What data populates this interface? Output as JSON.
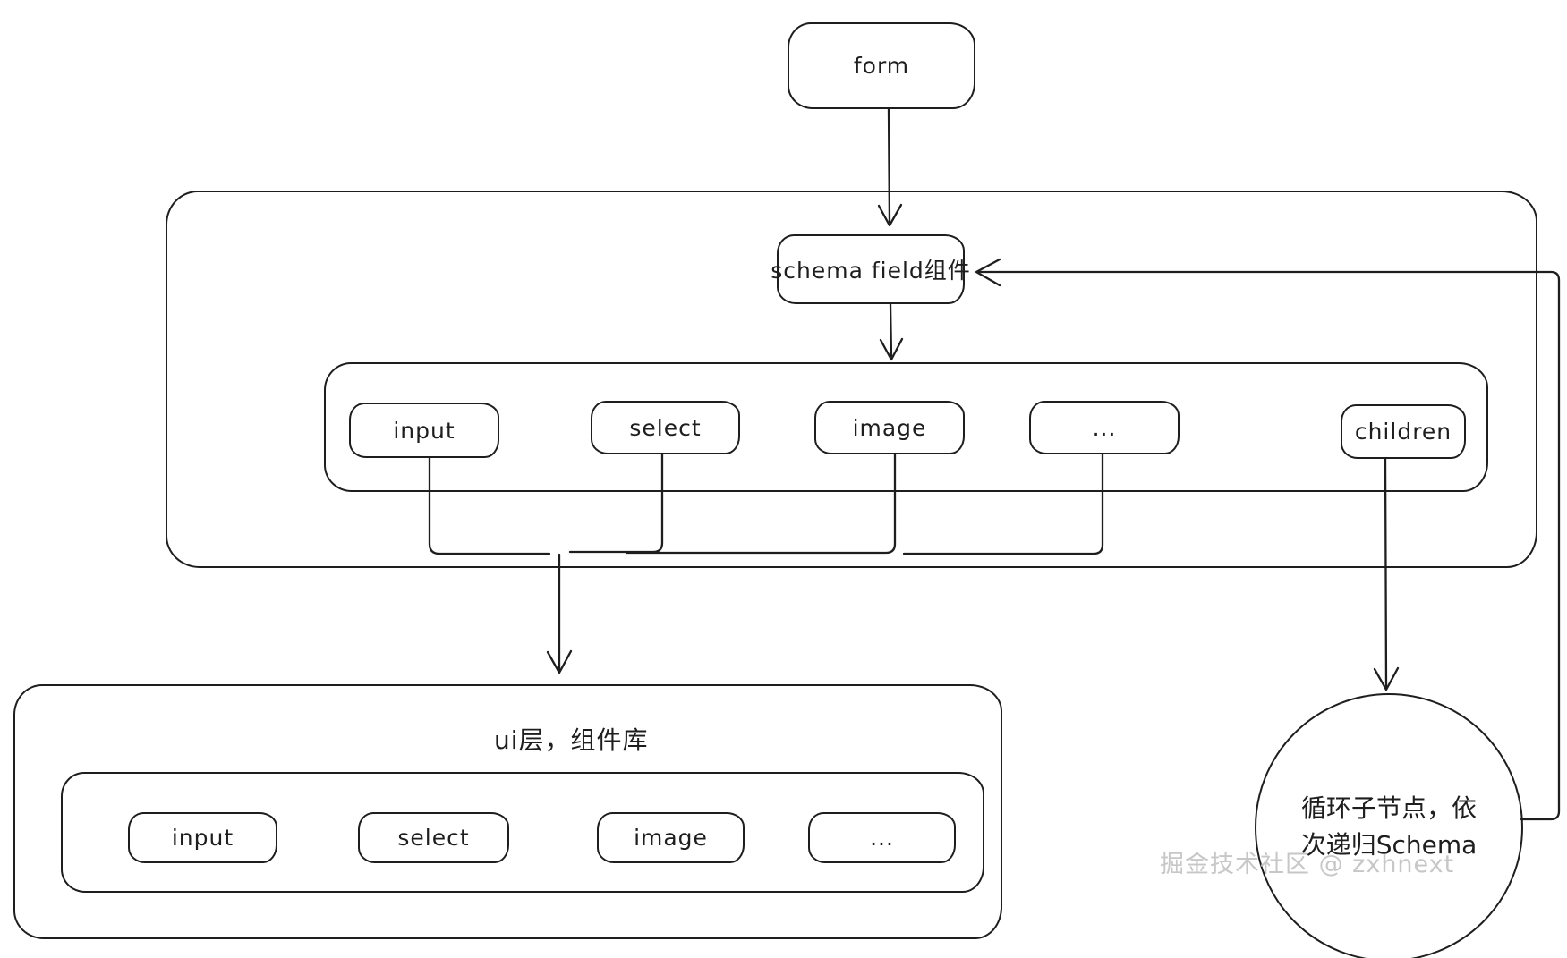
{
  "colors": {
    "stroke": "#1e1e1e",
    "background": "#ffffff",
    "watermark_text_color": "#c7c7c7"
  },
  "form_node": {
    "label": "form"
  },
  "schema_node": {
    "label": "schema field组件"
  },
  "field_row": {
    "items": [
      {
        "label": "input"
      },
      {
        "label": "select"
      },
      {
        "label": "image"
      },
      {
        "label": "..."
      },
      {
        "label": "children"
      }
    ]
  },
  "ui_panel": {
    "title": "ui层，组件库",
    "items": [
      {
        "label": "input"
      },
      {
        "label": "select"
      },
      {
        "label": "image"
      },
      {
        "label": "..."
      }
    ]
  },
  "circle_node": {
    "line1": "循环子节点，依",
    "line2": "次递归Schema"
  },
  "watermark": {
    "text": "掘金技术社区 @ zxhnext"
  },
  "edges": [
    "form -> schema field组件",
    "schema field组件 -> 字段类型行(input/select/image/.../children)",
    "input/select/image/... -> ui层，组件库",
    "children -> 循环子节点，依次递归Schema",
    "循环子节点 -> schema field组件 (递归回环)"
  ]
}
